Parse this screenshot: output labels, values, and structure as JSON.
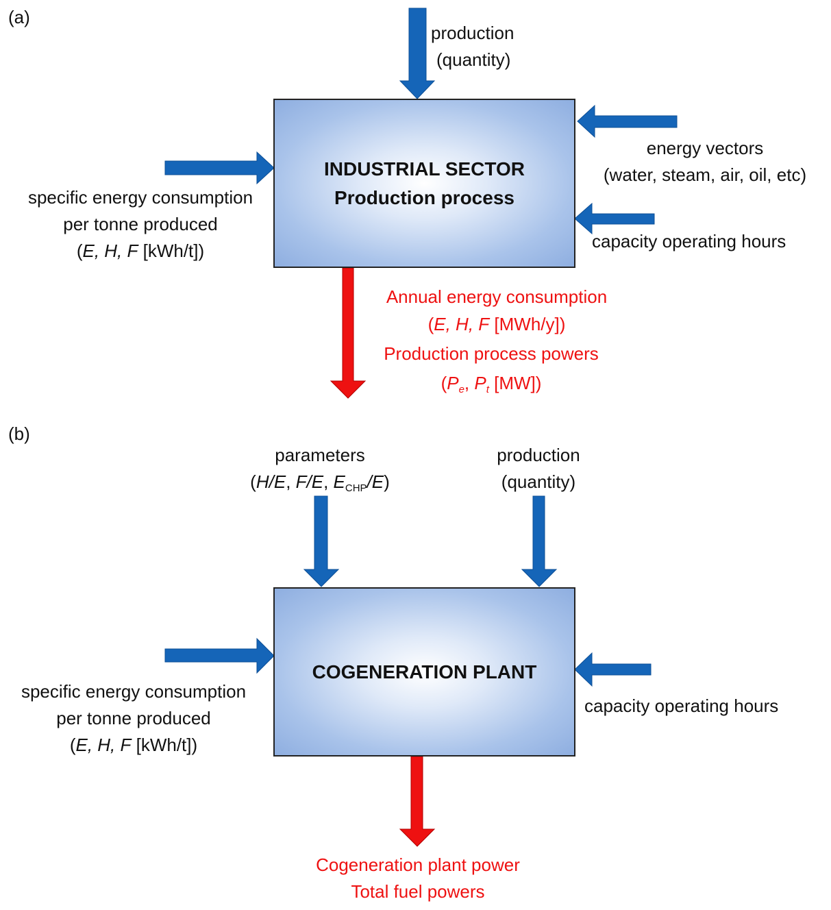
{
  "panel_a": {
    "label": "(a)",
    "box_title_line1": "INDUSTRIAL SECTOR",
    "box_title_line2": "Production process",
    "top_input": [
      "production",
      "(quantity)"
    ],
    "left_input": {
      "line1": "specific energy consumption",
      "line2": "per tonne produced",
      "line3_vars": "E, H, F",
      "line3_unit": " [kWh/t])"
    },
    "right_input_1": [
      "energy vectors",
      "(water, steam, air, oil, etc)"
    ],
    "right_input_2": "capacity operating hours",
    "outputs": {
      "line1": "Annual energy consumption",
      "line2_vars": "E, H, F",
      "line2_unit": " [MWh/y])",
      "line3": "Production process powers",
      "line4_p": "P",
      "line4_e": "e",
      "line4_sep": ", ",
      "line4_t": "t",
      "line4_unit": " [MW])"
    }
  },
  "panel_b": {
    "label": "(b)",
    "box_title": "COGENERATION PLANT",
    "parameters": {
      "line1": "parameters",
      "ratio1": "H/E",
      "ratio2": "F/E",
      "ratio3_base": "E",
      "ratio3_sub": "CHP",
      "ratio3_tail": "/E"
    },
    "top_input": [
      "production",
      "(quantity)"
    ],
    "left_input": {
      "line1": "specific energy consumption",
      "line2": "per tonne produced",
      "line3_vars": "E, H, F",
      "line3_unit": " [kWh/t])"
    },
    "right_input": "capacity operating hours",
    "outputs": [
      "Cogeneration plant power",
      "Total fuel powers"
    ]
  },
  "colors": {
    "input_arrow": "#1565b8",
    "output_arrow": "#ee1111",
    "output_text": "#ee1111",
    "box_fill": "#8eaee0"
  }
}
